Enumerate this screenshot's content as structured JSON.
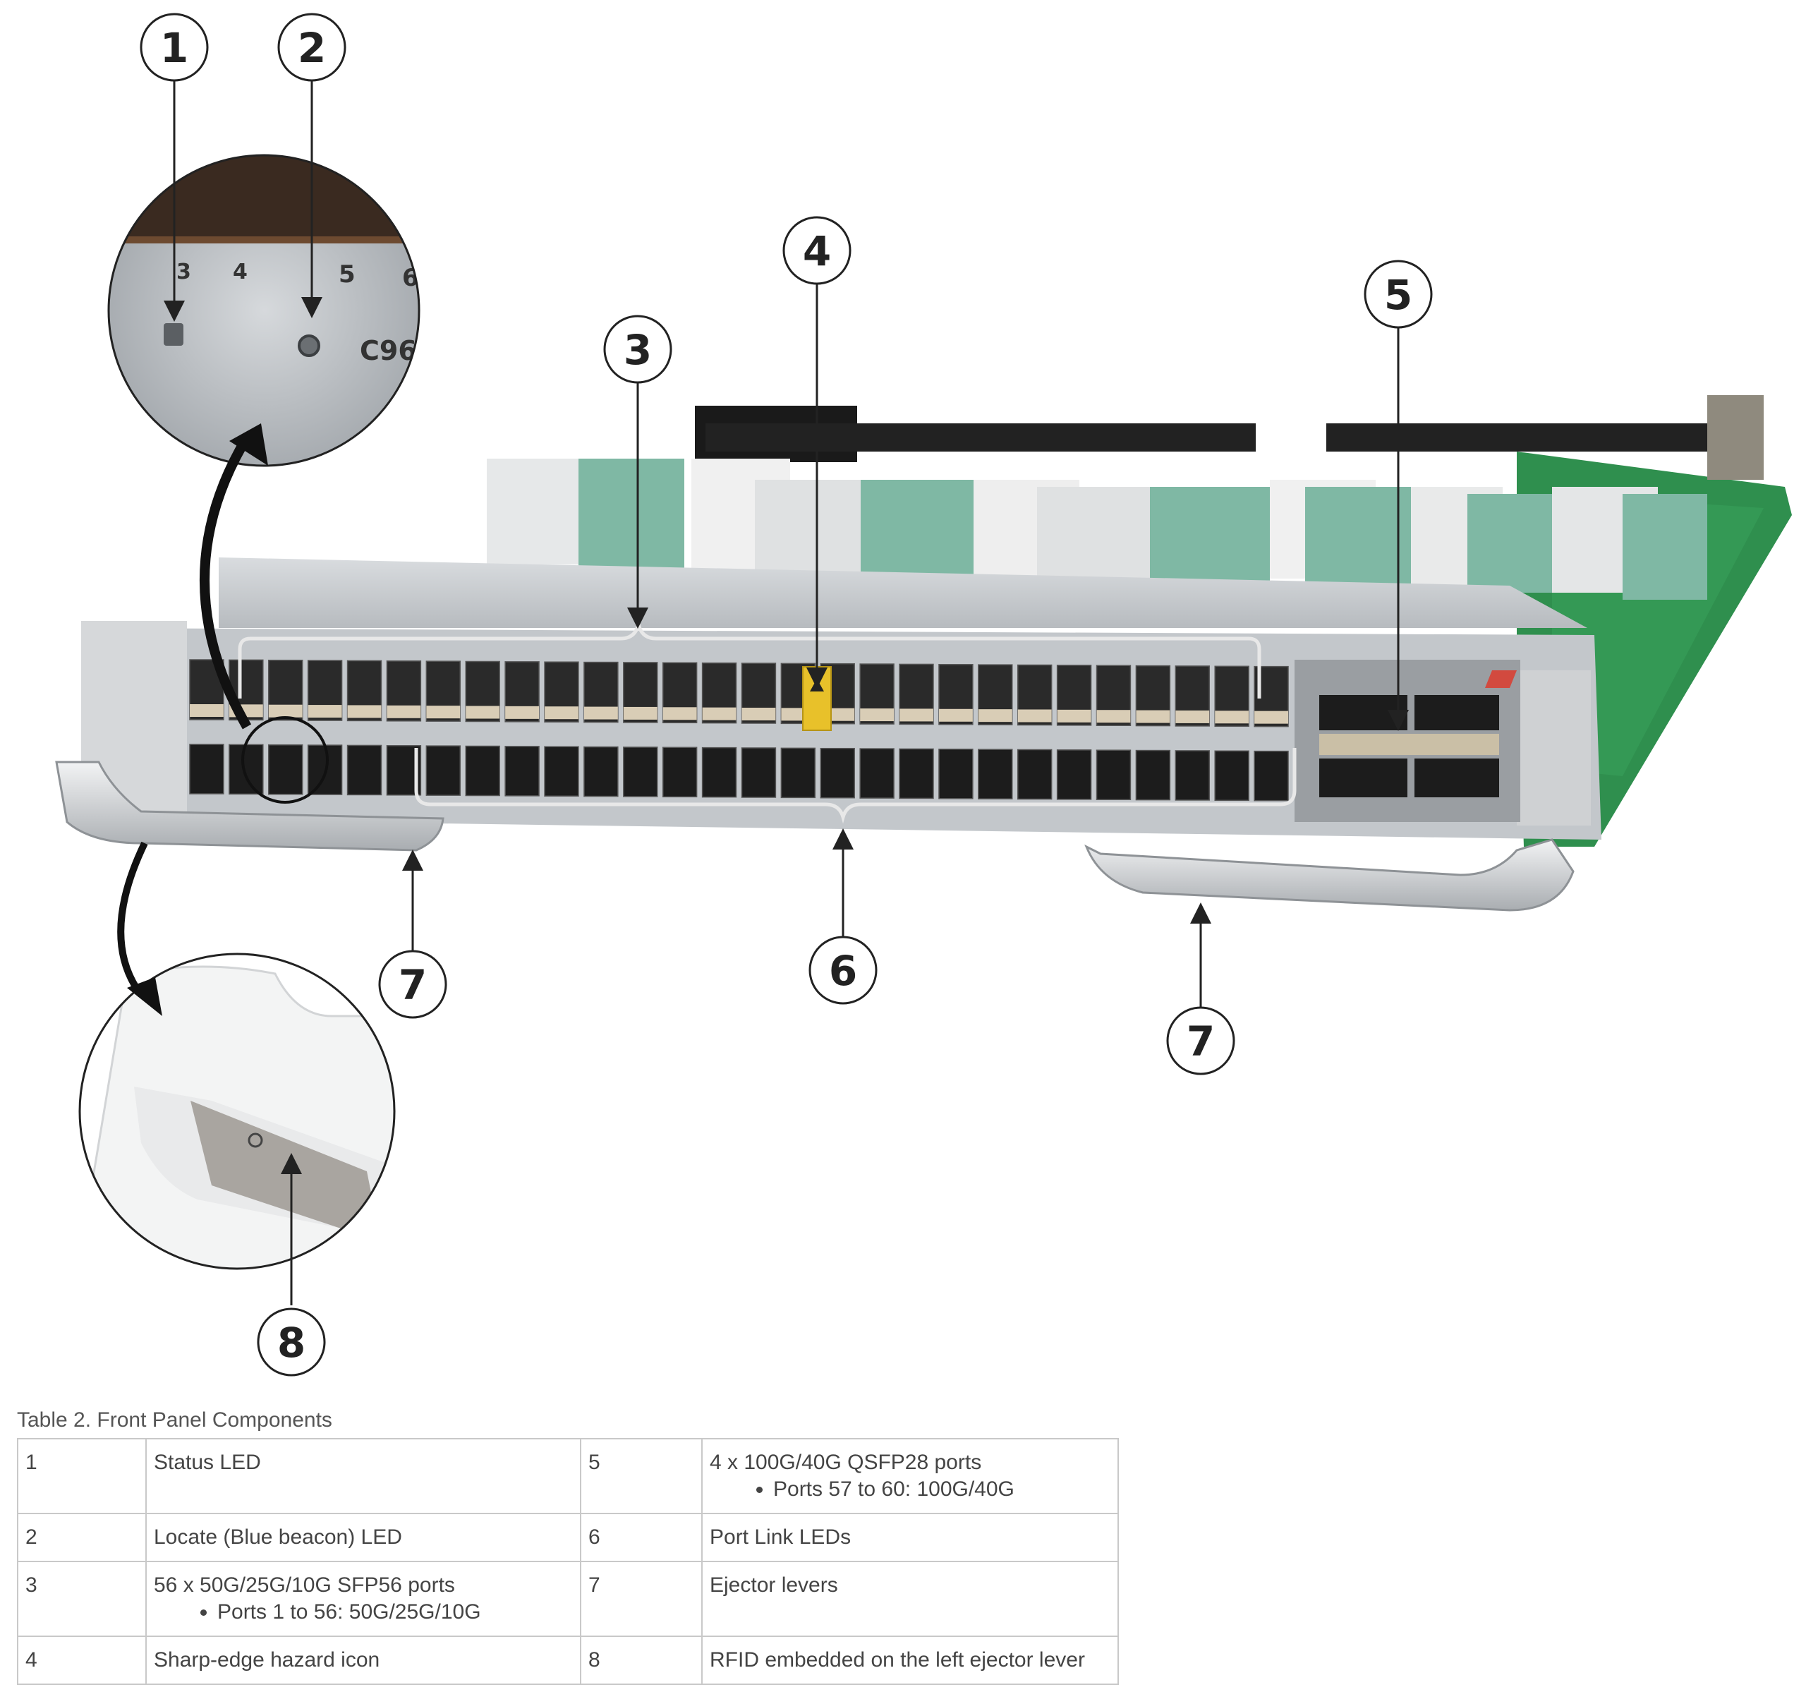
{
  "callouts": [
    "1",
    "2",
    "3",
    "4",
    "5",
    "6",
    "7",
    "7",
    "8"
  ],
  "zoom_top": {
    "labels": [
      "3",
      "4",
      "5",
      "6"
    ],
    "model_fragment": "C96"
  },
  "caption": "Table 2. Front Panel Components",
  "table": {
    "rows": [
      {
        "left_num": "1",
        "left_desc": "Status LED",
        "left_sub": "",
        "right_num": "5",
        "right_desc": "4 x 100G/40G QSFP28 ports",
        "right_sub": "Ports 57 to 60: 100G/40G"
      },
      {
        "left_num": "2",
        "left_desc": "Locate (Blue beacon) LED",
        "left_sub": "",
        "right_num": "6",
        "right_desc": "Port Link LEDs",
        "right_sub": ""
      },
      {
        "left_num": "3",
        "left_desc": "56 x 50G/25G/10G SFP56 ports",
        "left_sub": "Ports 1 to 56: 50G/25G/10G",
        "right_num": "7",
        "right_desc": "Ejector levers",
        "right_sub": ""
      },
      {
        "left_num": "4",
        "left_desc": "Sharp-edge hazard icon",
        "left_sub": "",
        "right_num": "8",
        "right_desc": "RFID embedded on the left ejector lever",
        "right_sub": ""
      }
    ]
  },
  "colors": {
    "pcb_green": "#2f8f4e",
    "hazard_yellow": "#e8c12a",
    "chassis_gray": "#bfc3c7",
    "port_black": "#1c1c1c"
  }
}
